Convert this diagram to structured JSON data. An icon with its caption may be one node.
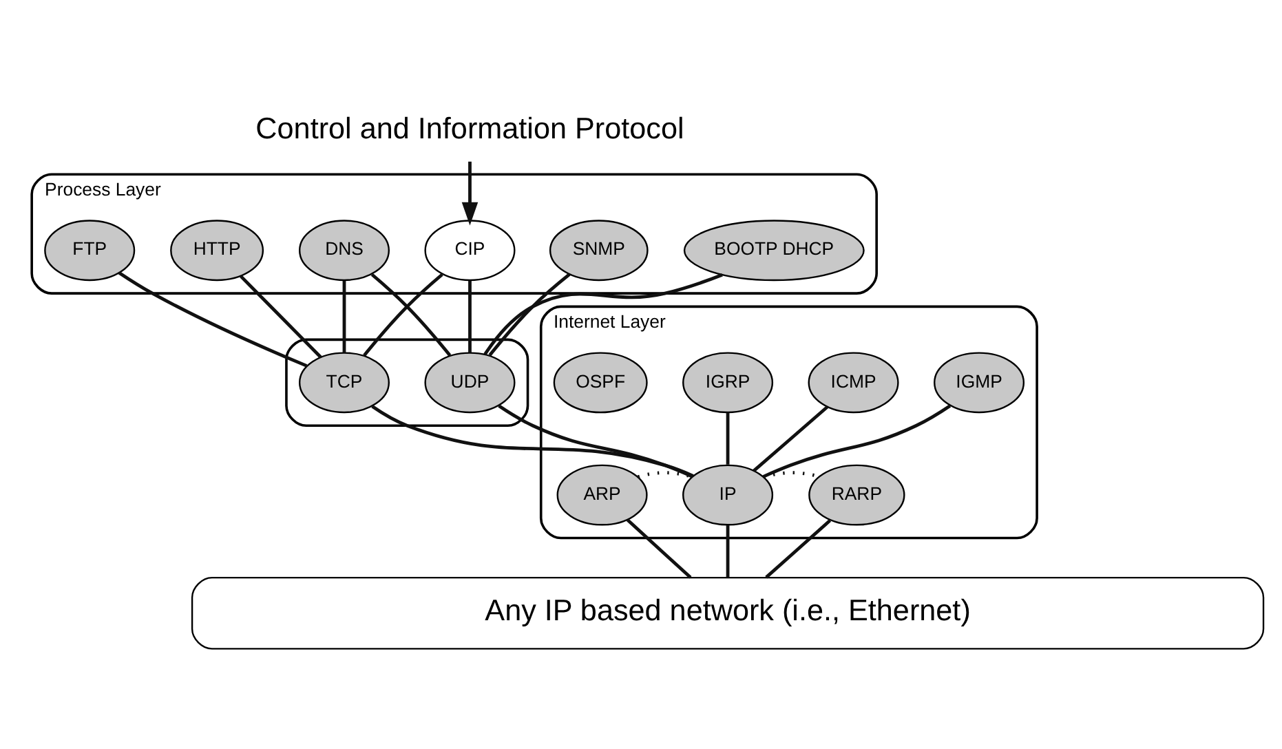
{
  "diagram": {
    "nodes": [
      {
        "text": [
          "Control and Information Protocol"
        ]
      },
      {
        "text": [
          "Process Layer"
        ]
      },
      {
        "text": [
          "FTP"
        ],
        "in": 1
      },
      {
        "text": [
          "HTTP"
        ],
        "in": 1
      },
      {
        "text": [
          "DNS"
        ],
        "in": 1
      },
      {
        "text": [
          "CIP"
        ],
        "in": 1
      },
      {
        "text": [
          "SNMP"
        ],
        "in": 1
      },
      {
        "text": [
          "BOOTP DHCP"
        ],
        "in": 1
      },
      {
        "text": [],
        "shape": "box"
      },
      {
        "text": [
          "TCP"
        ],
        "in": 8
      },
      {
        "text": [
          "UDP"
        ],
        "in": 8
      },
      {
        "text": [
          "Internet Layer"
        ]
      },
      {
        "text": [
          "OSPF"
        ],
        "in": 11
      },
      {
        "text": [
          "IGRP"
        ],
        "in": 11
      },
      {
        "text": [
          "ICMP"
        ],
        "in": 11
      },
      {
        "text": [
          "IGMP"
        ],
        "in": 11
      },
      {
        "text": [
          "ARP"
        ],
        "in": 11
      },
      {
        "text": [
          "IP"
        ],
        "in": 11
      },
      {
        "text": [
          "RARP"
        ],
        "in": 11
      },
      {
        "text": [
          "Any IP based network (i.e., Ethernet)"
        ]
      }
    ],
    "edges": [
      {
        "from": 0,
        "to": 5,
        "arrow": "to"
      },
      {
        "from": 2,
        "to": 9,
        "arrow": "none"
      },
      {
        "from": 3,
        "to": 9,
        "arrow": "none"
      },
      {
        "from": 4,
        "to": 9,
        "arrow": "none"
      },
      {
        "from": 5,
        "to": 9,
        "arrow": "none"
      },
      {
        "from": 4,
        "to": 10,
        "arrow": "none"
      },
      {
        "from": 5,
        "to": 10,
        "arrow": "none"
      },
      {
        "from": 6,
        "to": 10,
        "arrow": "none"
      },
      {
        "from": 7,
        "to": 10,
        "arrow": "none"
      },
      {
        "from": 9,
        "to": 17,
        "arrow": "none"
      },
      {
        "from": 10,
        "to": 17,
        "arrow": "none"
      },
      {
        "from": 13,
        "to": 17,
        "arrow": "none"
      },
      {
        "from": 14,
        "to": 17,
        "arrow": "none"
      },
      {
        "from": 15,
        "to": 17,
        "arrow": "none"
      },
      {
        "from": 16,
        "to": 17,
        "arrow": "none",
        "style": "dashed"
      },
      {
        "from": 17,
        "to": 18,
        "arrow": "none",
        "style": "dashed"
      },
      {
        "from": 16,
        "to": 19,
        "arrow": "none"
      },
      {
        "from": 17,
        "to": 19,
        "arrow": "none"
      },
      {
        "from": 18,
        "to": 19,
        "arrow": "none"
      }
    ]
  }
}
